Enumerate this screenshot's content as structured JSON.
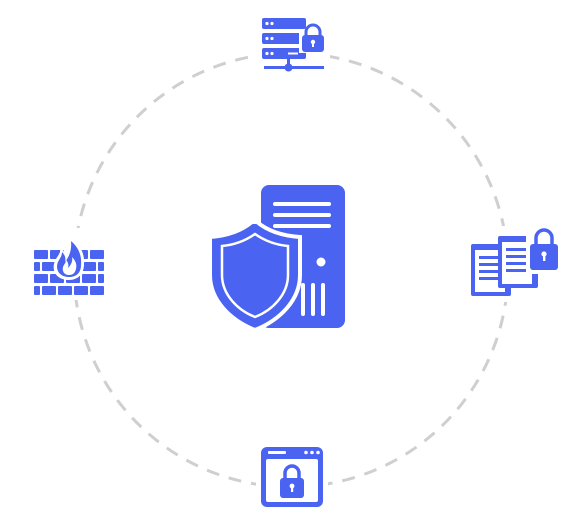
{
  "diagram": {
    "accent_color": "#4a63f0",
    "ring_color": "#cfcfcf",
    "center": {
      "icon": "server-shield-icon"
    },
    "nodes": [
      {
        "id": "top",
        "icon": "locked-server-network-icon"
      },
      {
        "id": "right",
        "icon": "locked-documents-icon"
      },
      {
        "id": "bottom",
        "icon": "locked-browser-window-icon"
      },
      {
        "id": "left",
        "icon": "firewall-icon"
      }
    ]
  }
}
